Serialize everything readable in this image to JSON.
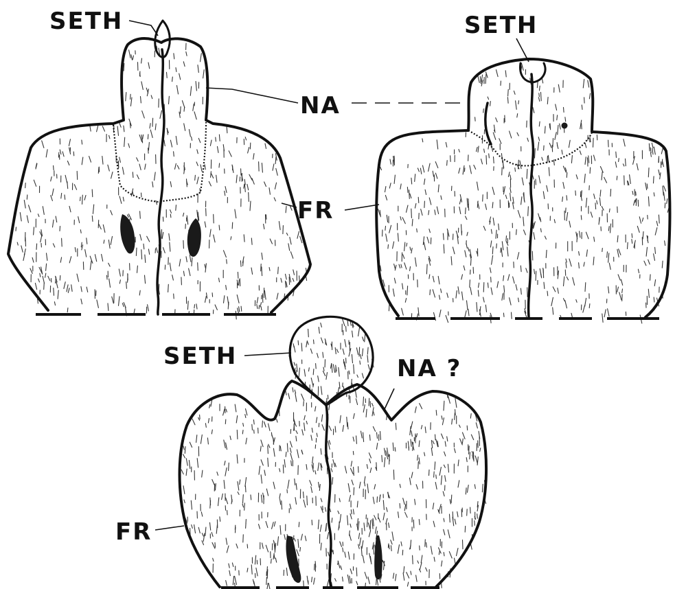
{
  "figure": {
    "labels": {
      "a_seth": "SETH",
      "a_na": "NA",
      "a_fr": "FR",
      "b_seth": "SETH",
      "c_seth": "SETH",
      "c_na": "NA ?",
      "c_fr": "FR"
    }
  }
}
